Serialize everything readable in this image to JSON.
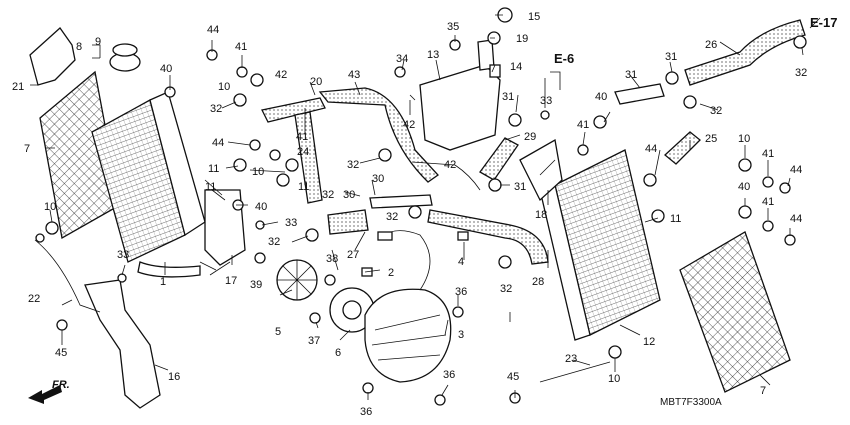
{
  "diagram": {
    "code": "MBT7F3300A",
    "front_label": "FR.",
    "refs": {
      "e6": "E-6",
      "e17": "E-17"
    },
    "labels": {
      "n1": "1",
      "n2": "2",
      "n3": "3",
      "n4": "4",
      "n5": "5",
      "n6": "6",
      "n7a": "7",
      "n7b": "7",
      "n8": "8",
      "n9": "9",
      "n10a": "10",
      "n10b": "10",
      "n10c": "10",
      "n10d": "10",
      "n10e": "10",
      "n11a": "11",
      "n11b": "11",
      "n11c": "11",
      "n11d": "11",
      "n12": "12",
      "n13": "13",
      "n14": "14",
      "n15": "15",
      "n16": "16",
      "n17": "17",
      "n18": "18",
      "n19": "19",
      "n20": "20",
      "n21": "21",
      "n22": "22",
      "n23": "23",
      "n24": "24",
      "n25": "25",
      "n26": "26",
      "n27": "27",
      "n28": "28",
      "n29": "29",
      "n30a": "30",
      "n30b": "30",
      "n31a": "31",
      "n31b": "31",
      "n31c": "31",
      "n31d": "31",
      "n32a": "32",
      "n32b": "32",
      "n32c": "32",
      "n32d": "32",
      "n32e": "32",
      "n32f": "32",
      "n32g": "32",
      "n32h": "32",
      "n33a": "33",
      "n33b": "33",
      "n33c": "33",
      "n34": "34",
      "n35": "35",
      "n36a": "36",
      "n36b": "36",
      "n36c": "36",
      "n37": "37",
      "n38": "38",
      "n39": "39",
      "n40a": "40",
      "n40b": "40",
      "n40c": "40",
      "n41a": "41",
      "n41b": "41",
      "n41c": "41",
      "n41d": "41",
      "n42a": "42",
      "n42b": "42",
      "n42c": "42",
      "n43": "43",
      "n44a": "44",
      "n44b": "44",
      "n44c": "44",
      "n44d": "44",
      "n45a": "45",
      "n45b": "45"
    }
  }
}
